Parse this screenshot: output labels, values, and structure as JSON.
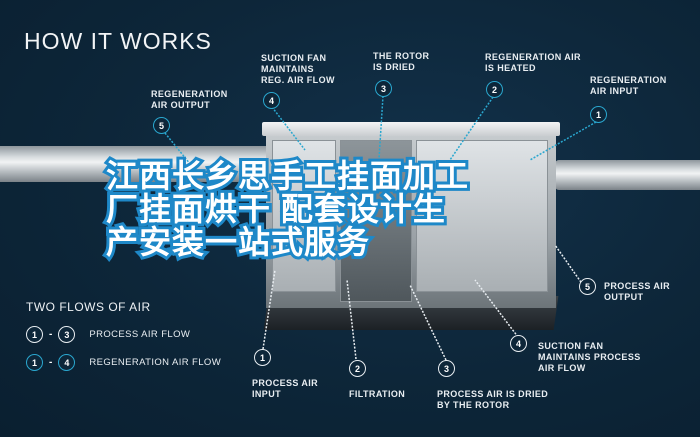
{
  "title": "HOW IT WORKS",
  "headline": {
    "lines": [
      "江西长乡思手工挂面加工",
      "厂挂面烘干  配套设计生",
      "产安装一站式服务"
    ],
    "stroke_color": "#1e88c8"
  },
  "top_callouts": [
    {
      "num": "5",
      "label_lines": [
        "REGENERATION",
        "AIR OUTPUT"
      ]
    },
    {
      "num": "4",
      "label_lines": [
        "SUCTION FAN",
        "MAINTAINS",
        "REG. AIR FLOW"
      ]
    },
    {
      "num": "3",
      "label_lines": [
        "THE ROTOR",
        "IS DRIED"
      ]
    },
    {
      "num": "2",
      "label_lines": [
        "REGENERATION AIR",
        "IS HEATED"
      ]
    },
    {
      "num": "1",
      "label_lines": [
        "REGENERATION",
        "AIR INPUT"
      ]
    }
  ],
  "bottom_callouts": [
    {
      "num": "1",
      "label_lines": [
        "PROCESS AIR",
        "INPUT"
      ]
    },
    {
      "num": "2",
      "label_lines": [
        "FILTRATION"
      ]
    },
    {
      "num": "3",
      "label_lines": [
        "PROCESS AIR IS DRIED",
        "BY THE ROTOR"
      ]
    },
    {
      "num": "4",
      "label_lines": [
        "SUCTION FAN",
        "MAINTAINS PROCESS",
        "AIR FLOW"
      ]
    },
    {
      "num": "5",
      "label_lines": [
        "PROCESS AIR",
        "OUTPUT"
      ]
    }
  ],
  "legend": {
    "title": "TWO FLOWS OF AIR",
    "items": [
      {
        "from": "1",
        "to": "3",
        "label": "PROCESS AIR FLOW",
        "style": "white"
      },
      {
        "from": "1",
        "to": "4",
        "label": "REGENERATION AIR FLOW",
        "style": "blue"
      }
    ]
  },
  "colors": {
    "background": "#0d2639",
    "regeneration_accent": "#2aa7cf",
    "process_accent": "#e8edf1"
  }
}
